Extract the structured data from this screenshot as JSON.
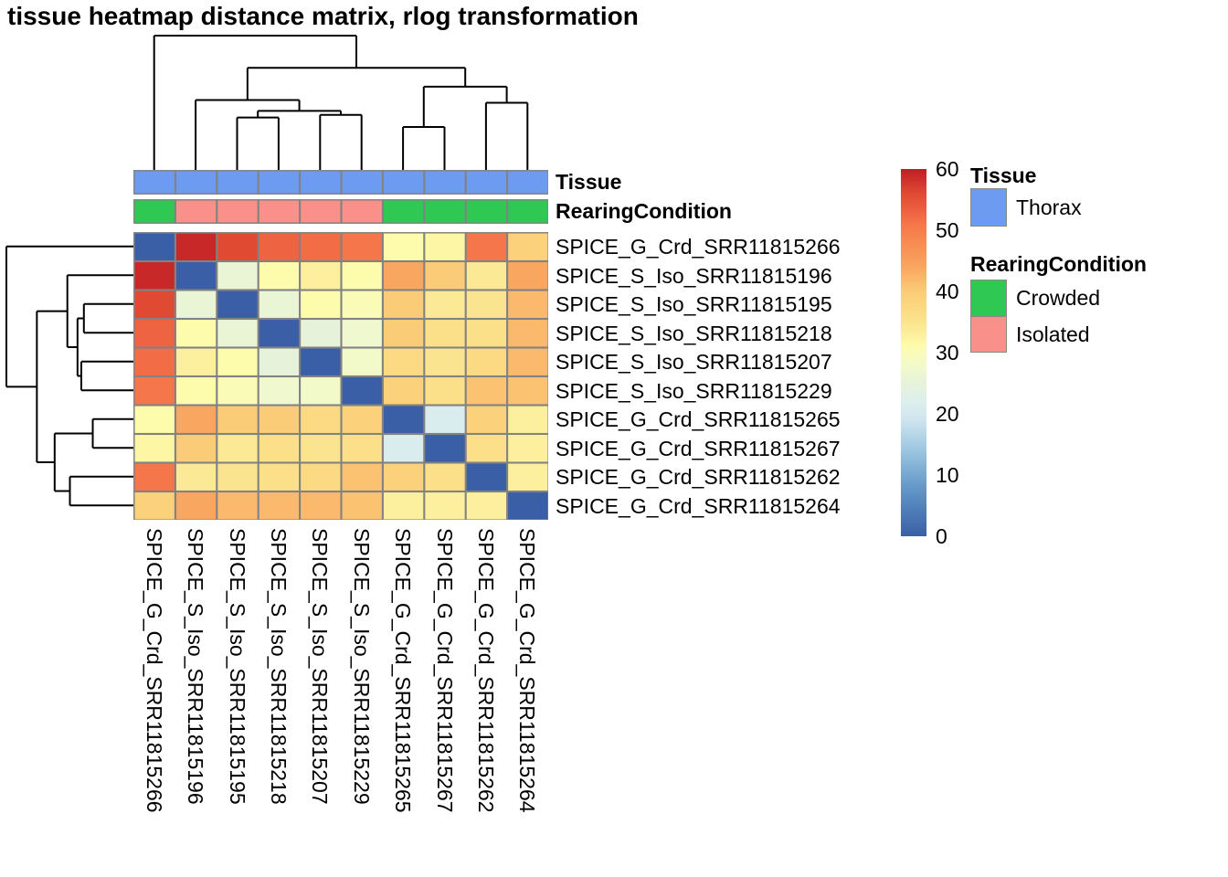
{
  "title": "tissue heatmap distance matrix, rlog transformation",
  "chart_data": {
    "type": "heatmap",
    "title": "tissue heatmap distance matrix, rlog transformation",
    "samples": [
      "SPICE_G_Crd_SRR11815266",
      "SPICE_S_Iso_SRR11815196",
      "SPICE_S_Iso_SRR11815195",
      "SPICE_S_Iso_SRR11815218",
      "SPICE_S_Iso_SRR11815207",
      "SPICE_S_Iso_SRR11815229",
      "SPICE_G_Crd_SRR11815265",
      "SPICE_G_Crd_SRR11815267",
      "SPICE_G_Crd_SRR11815262",
      "SPICE_G_Crd_SRR11815264"
    ],
    "matrix": [
      [
        0,
        59,
        56,
        53,
        52,
        51,
        31,
        32,
        51,
        39
      ],
      [
        59,
        0,
        26,
        31,
        33,
        31,
        44,
        40,
        34,
        44
      ],
      [
        56,
        26,
        0,
        26,
        31,
        30,
        40,
        34,
        35,
        42
      ],
      [
        53,
        31,
        26,
        0,
        25,
        27,
        40,
        36,
        36,
        42
      ],
      [
        52,
        33,
        31,
        25,
        0,
        28,
        37,
        35,
        37,
        42
      ],
      [
        51,
        31,
        30,
        27,
        28,
        0,
        39,
        36,
        41,
        41
      ],
      [
        31,
        44,
        40,
        40,
        37,
        39,
        0,
        21,
        39,
        33
      ],
      [
        32,
        40,
        34,
        36,
        35,
        36,
        21,
        0,
        36,
        33
      ],
      [
        51,
        34,
        35,
        36,
        37,
        41,
        39,
        36,
        0,
        33
      ],
      [
        39,
        44,
        42,
        42,
        42,
        41,
        33,
        33,
        33,
        0
      ]
    ],
    "value_scale": {
      "min": 0,
      "max": 60,
      "ticks": [
        0,
        10,
        20,
        30,
        40,
        50,
        60
      ]
    },
    "colormap_stops": [
      {
        "v": 0,
        "c": "#3A5FA6"
      },
      {
        "v": 8,
        "c": "#6398C8"
      },
      {
        "v": 14,
        "c": "#9CC6E0"
      },
      {
        "v": 19,
        "c": "#CFE5EF"
      },
      {
        "v": 22,
        "c": "#DEEFEE"
      },
      {
        "v": 25,
        "c": "#E6F3DA"
      },
      {
        "v": 28,
        "c": "#F3FACA"
      },
      {
        "v": 31,
        "c": "#FDFCAD"
      },
      {
        "v": 34,
        "c": "#FBE996"
      },
      {
        "v": 37,
        "c": "#FBDA83"
      },
      {
        "v": 40,
        "c": "#FBCC77"
      },
      {
        "v": 44,
        "c": "#F9A660"
      },
      {
        "v": 48,
        "c": "#F88B52"
      },
      {
        "v": 51,
        "c": "#F5764A"
      },
      {
        "v": 53,
        "c": "#EE6342"
      },
      {
        "v": 56,
        "c": "#E04A32"
      },
      {
        "v": 60,
        "c": "#C01D25"
      }
    ],
    "grid_color": "#828282",
    "dendro_color": "#000000",
    "annotations": {
      "tissue": {
        "label": "Tissue",
        "values": [
          "Thorax",
          "Thorax",
          "Thorax",
          "Thorax",
          "Thorax",
          "Thorax",
          "Thorax",
          "Thorax",
          "Thorax",
          "Thorax"
        ]
      },
      "rearing": {
        "label": "RearingCondition",
        "values": [
          "Crowded",
          "Isolated",
          "Isolated",
          "Isolated",
          "Isolated",
          "Isolated",
          "Crowded",
          "Crowded",
          "Crowded",
          "Crowded"
        ]
      }
    },
    "annotation_colors": {
      "Thorax": "#6D9BF1",
      "Crowded": "#2EC852",
      "Isolated": "#F9908A"
    },
    "dendrogram_merges": [
      {
        "id": "m1",
        "a": "L3",
        "b": "L4",
        "h": 0.39
      },
      {
        "id": "m2",
        "a": "L5",
        "b": "L6",
        "h": 0.41
      },
      {
        "id": "m3",
        "a": "m1",
        "b": "m2",
        "h": 0.44
      },
      {
        "id": "m4",
        "a": "L2",
        "b": "m3",
        "h": 0.52
      },
      {
        "id": "m5",
        "a": "L7",
        "b": "L8",
        "h": 0.32
      },
      {
        "id": "m6",
        "a": "L9",
        "b": "L10",
        "h": 0.5
      },
      {
        "id": "m7",
        "a": "m5",
        "b": "m6",
        "h": 0.62
      },
      {
        "id": "m8",
        "a": "m4",
        "b": "m7",
        "h": 0.76
      },
      {
        "id": "m9",
        "a": "L1",
        "b": "m8",
        "h": 1.0
      }
    ],
    "legend": {
      "tissue_heading": "Tissue",
      "tissue_items": [
        {
          "label": "Thorax",
          "color": "#6D9BF1"
        }
      ],
      "rearing_heading": "RearingCondition",
      "rearing_items": [
        {
          "label": "Crowded",
          "color": "#2EC852"
        },
        {
          "label": "Isolated",
          "color": "#F9908A"
        }
      ]
    }
  }
}
